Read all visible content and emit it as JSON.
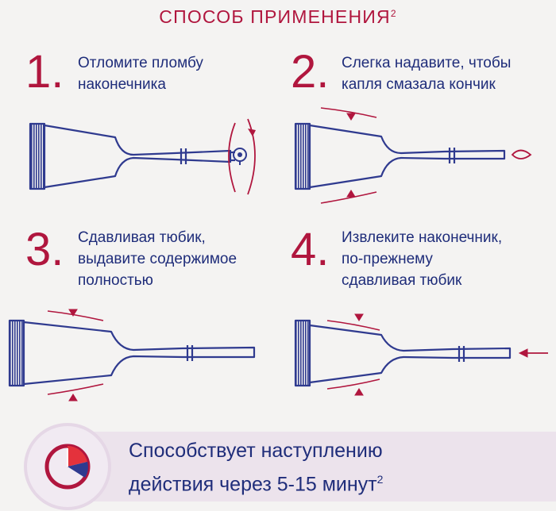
{
  "title": "СПОСОБ ПРИМЕНЕНИЯ",
  "title_sup": "2",
  "steps": [
    {
      "num": "1.",
      "text": "Отломите пломбу\nнаконечника"
    },
    {
      "num": "2.",
      "text": "Слегка надавите, чтобы\nкапля смазала кончик"
    },
    {
      "num": "3.",
      "text": "Сдавливая тюбик,\nвыдавите содержимое\nполностью"
    },
    {
      "num": "4.",
      "text": "Извлеките наконечник,\nпо-прежнему\nсдавливая тюбик"
    }
  ],
  "benefit": {
    "text": "Способствует наступлению\nдействия через 5-15 минут",
    "sup": "2"
  },
  "colors": {
    "accent": "#b0163e",
    "tube": "#2f3a8f",
    "text": "#1f2d7a",
    "band": "#ece3ec"
  },
  "icons": [
    "seal-break-icon",
    "drop-icon",
    "squeeze-arrow-icon",
    "withdraw-arrow-icon",
    "timer-pie-icon"
  ]
}
